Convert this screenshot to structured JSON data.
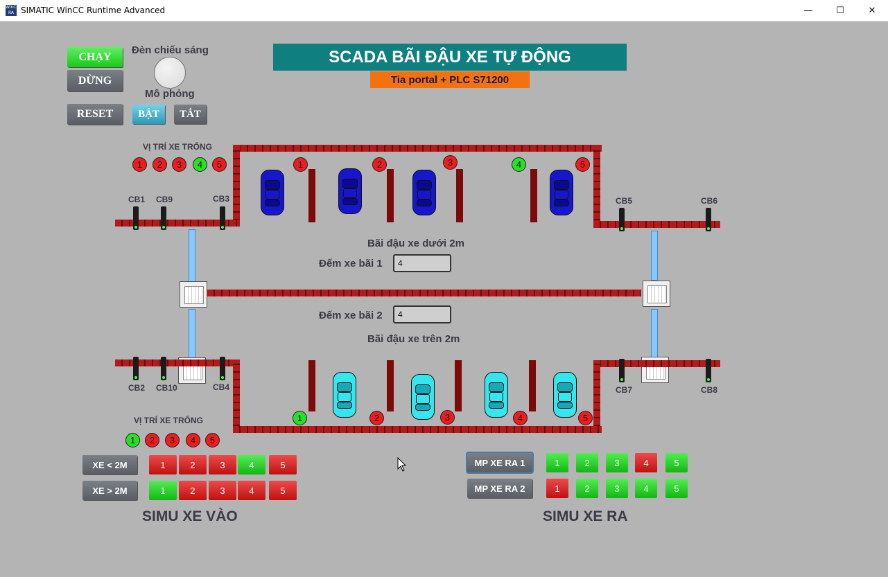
{
  "window": {
    "title": "SIMATIC WinCC Runtime Advanced",
    "icon_text": "WinCC RA",
    "minimize": "—",
    "maximize": "☐",
    "close": "✕"
  },
  "header": {
    "title": "SCADA BÃI ĐẬU XE TỰ ĐỘNG",
    "subtitle": "Tia portal + PLC S71200"
  },
  "controls": {
    "run": "CHẠY",
    "stop": "DỪNG",
    "reset": "RESET",
    "lamp_label": "Đèn chiếu sáng",
    "sim_label": "Mô phỏng",
    "on": "BẬT",
    "off": "TẮT"
  },
  "upper_lot": {
    "free_label": "VỊ TRÍ XE TRỐNG",
    "free": [
      {
        "n": "1",
        "state": "red"
      },
      {
        "n": "2",
        "state": "red"
      },
      {
        "n": "3",
        "state": "red"
      },
      {
        "n": "4",
        "state": "green"
      },
      {
        "n": "5",
        "state": "red"
      }
    ],
    "slots": [
      {
        "n": "1",
        "state": "red"
      },
      {
        "n": "2",
        "state": "red"
      },
      {
        "n": "3",
        "state": "red"
      },
      {
        "n": "4",
        "state": "green"
      },
      {
        "n": "5",
        "state": "red"
      }
    ],
    "name": "Bãi đậu xe dưới 2m",
    "count_label": "Đếm xe bãi 1",
    "count": "4"
  },
  "lower_lot": {
    "name": "Bãi đậu xe trên 2m",
    "count_label": "Đếm xe bãi 2",
    "count": "4",
    "free_label": "VỊ TRÍ XE TRỐNG",
    "free": [
      {
        "n": "1",
        "state": "green"
      },
      {
        "n": "2",
        "state": "red"
      },
      {
        "n": "3",
        "state": "red"
      },
      {
        "n": "4",
        "state": "red"
      },
      {
        "n": "5",
        "state": "red"
      }
    ],
    "slots": [
      {
        "n": "1",
        "state": "green"
      },
      {
        "n": "2",
        "state": "red"
      },
      {
        "n": "3",
        "state": "red"
      },
      {
        "n": "4",
        "state": "red"
      },
      {
        "n": "5",
        "state": "red"
      }
    ]
  },
  "sensors": {
    "cb1": "CB1",
    "cb9": "CB9",
    "cb3": "CB3",
    "cb5": "CB5",
    "cb6": "CB6",
    "cb2": "CB2",
    "cb10": "CB10",
    "cb4": "CB4",
    "cb7": "CB7",
    "cb8": "CB8"
  },
  "sim_in": {
    "title": "SIMU XE VÀO",
    "row1_label": "XE < 2M",
    "row2_label": "XE > 2M",
    "row1": [
      {
        "n": "1",
        "state": "red"
      },
      {
        "n": "2",
        "state": "red"
      },
      {
        "n": "3",
        "state": "red"
      },
      {
        "n": "4",
        "state": "green"
      },
      {
        "n": "5",
        "state": "red"
      }
    ],
    "row2": [
      {
        "n": "1",
        "state": "green"
      },
      {
        "n": "2",
        "state": "red"
      },
      {
        "n": "3",
        "state": "red"
      },
      {
        "n": "4",
        "state": "red"
      },
      {
        "n": "5",
        "state": "red"
      }
    ]
  },
  "sim_out": {
    "title": "SIMU XE RA",
    "row1_label": "MP XE RA 1",
    "row2_label": "MP XE RA 2",
    "row1": [
      {
        "n": "1",
        "state": "green"
      },
      {
        "n": "2",
        "state": "green"
      },
      {
        "n": "3",
        "state": "green"
      },
      {
        "n": "4",
        "state": "red"
      },
      {
        "n": "5",
        "state": "green"
      }
    ],
    "row2": [
      {
        "n": "1",
        "state": "red"
      },
      {
        "n": "2",
        "state": "green"
      },
      {
        "n": "3",
        "state": "green"
      },
      {
        "n": "4",
        "state": "green"
      },
      {
        "n": "5",
        "state": "green"
      }
    ]
  }
}
